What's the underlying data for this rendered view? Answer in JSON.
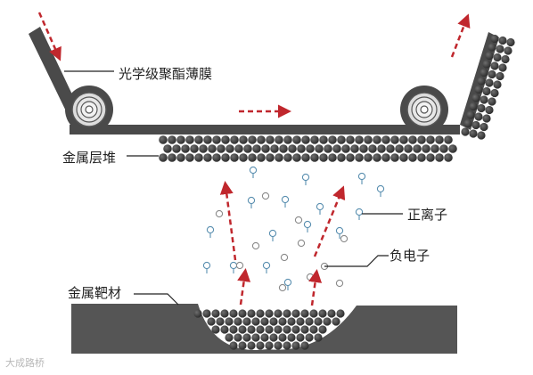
{
  "labels": {
    "film": "光学级聚酯薄膜",
    "metal_stack": "金属层堆",
    "positive_ion": "正离子",
    "electron": "负电子",
    "metal_target": "金属靶材"
  },
  "watermark": "大成路桥",
  "colors": {
    "film": "#4a4a4a",
    "atom": "#3c3c3c",
    "target": "#555555",
    "arrow": "#c0272d",
    "ion": "#5a8fb0",
    "electron": "#8a8a8a",
    "leader": "#222222"
  }
}
